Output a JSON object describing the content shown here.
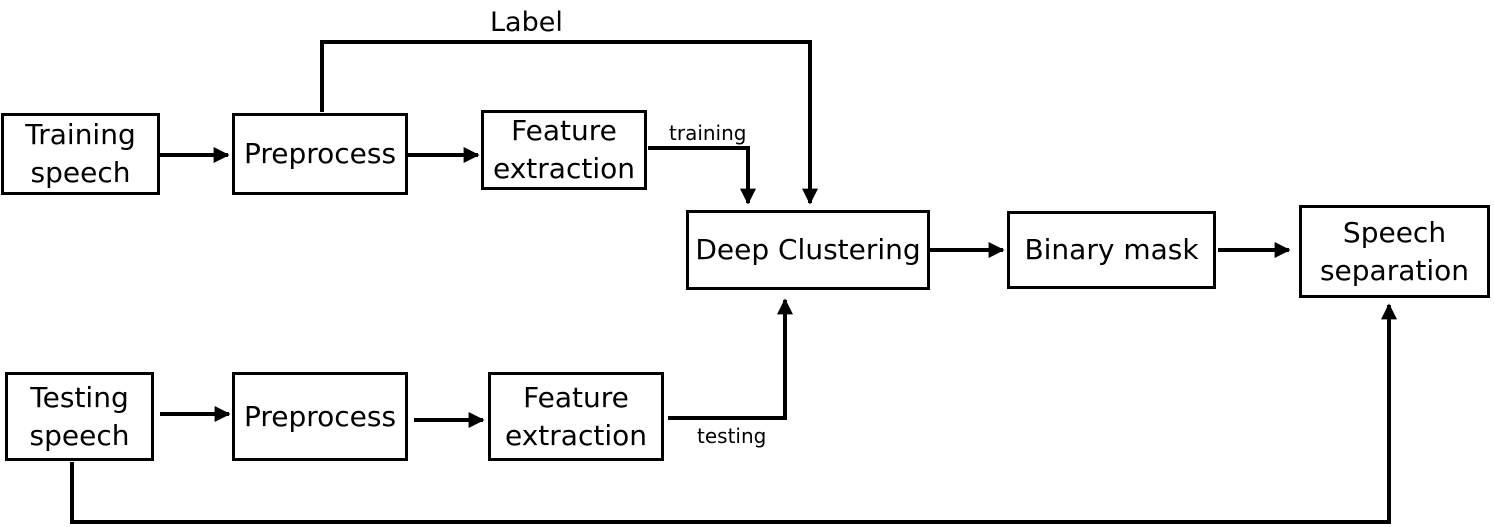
{
  "nodes": {
    "training_speech": [
      "Training",
      "speech"
    ],
    "preprocess_top": "Preprocess",
    "feature_top": [
      "Feature",
      "extraction"
    ],
    "deep_clustering": "Deep Clustering",
    "binary_mask": "Binary mask",
    "speech_separation": [
      "Speech",
      "separation"
    ],
    "testing_speech": [
      "Testing",
      "speech"
    ],
    "preprocess_bottom": "Preprocess",
    "feature_bottom": [
      "Feature",
      "extraction"
    ]
  },
  "edge_labels": {
    "label": "Label",
    "training": "training",
    "testing": "testing"
  }
}
